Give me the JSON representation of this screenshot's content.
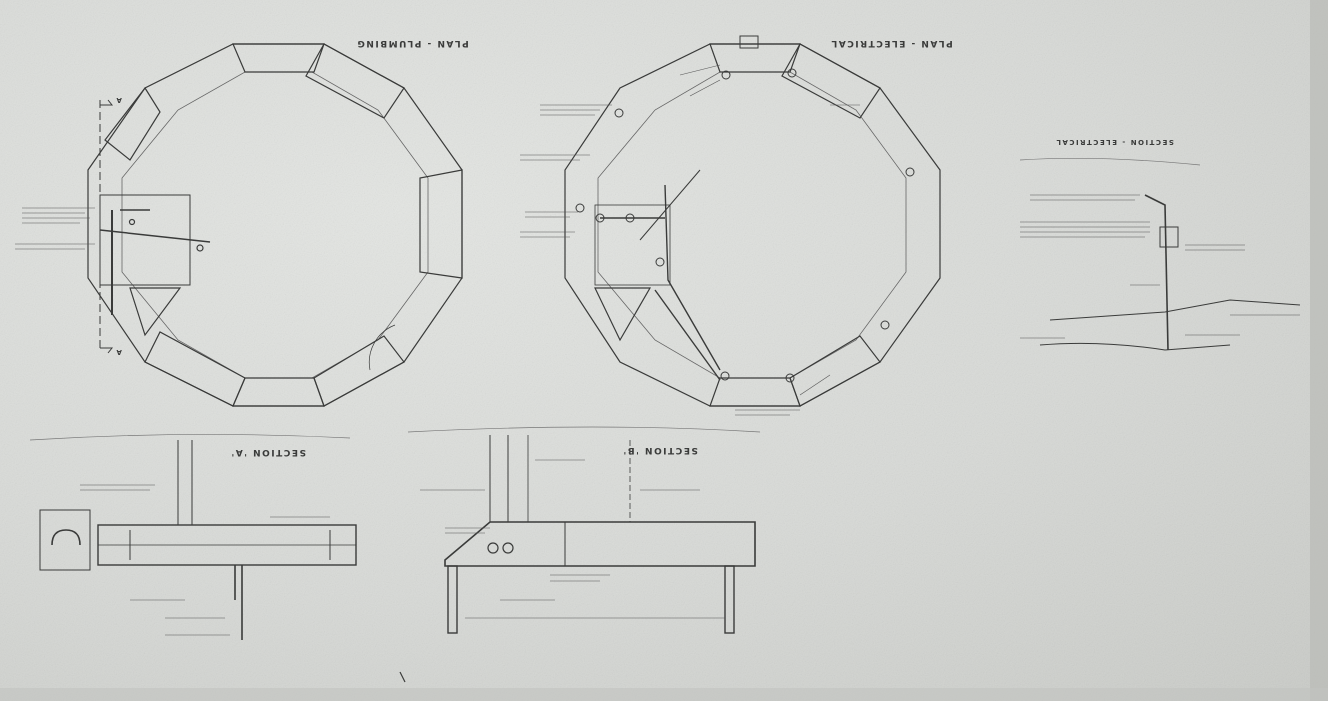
{
  "titles": {
    "plan_plumbing": "PLAN - PLUMBING",
    "plan_electrical": "PLAN - ELECTRICAL",
    "section_electrical": "SECTION - ELECTRICAL",
    "section_a": "SECTION 'A'",
    "section_b": "SECTION 'B'"
  },
  "section_cut_markers": {
    "top": "A",
    "bottom": "A"
  },
  "colors": {
    "paper": "#d9dbd8",
    "line": "#3a3b3a",
    "faint_line": "#7d7f7c"
  }
}
